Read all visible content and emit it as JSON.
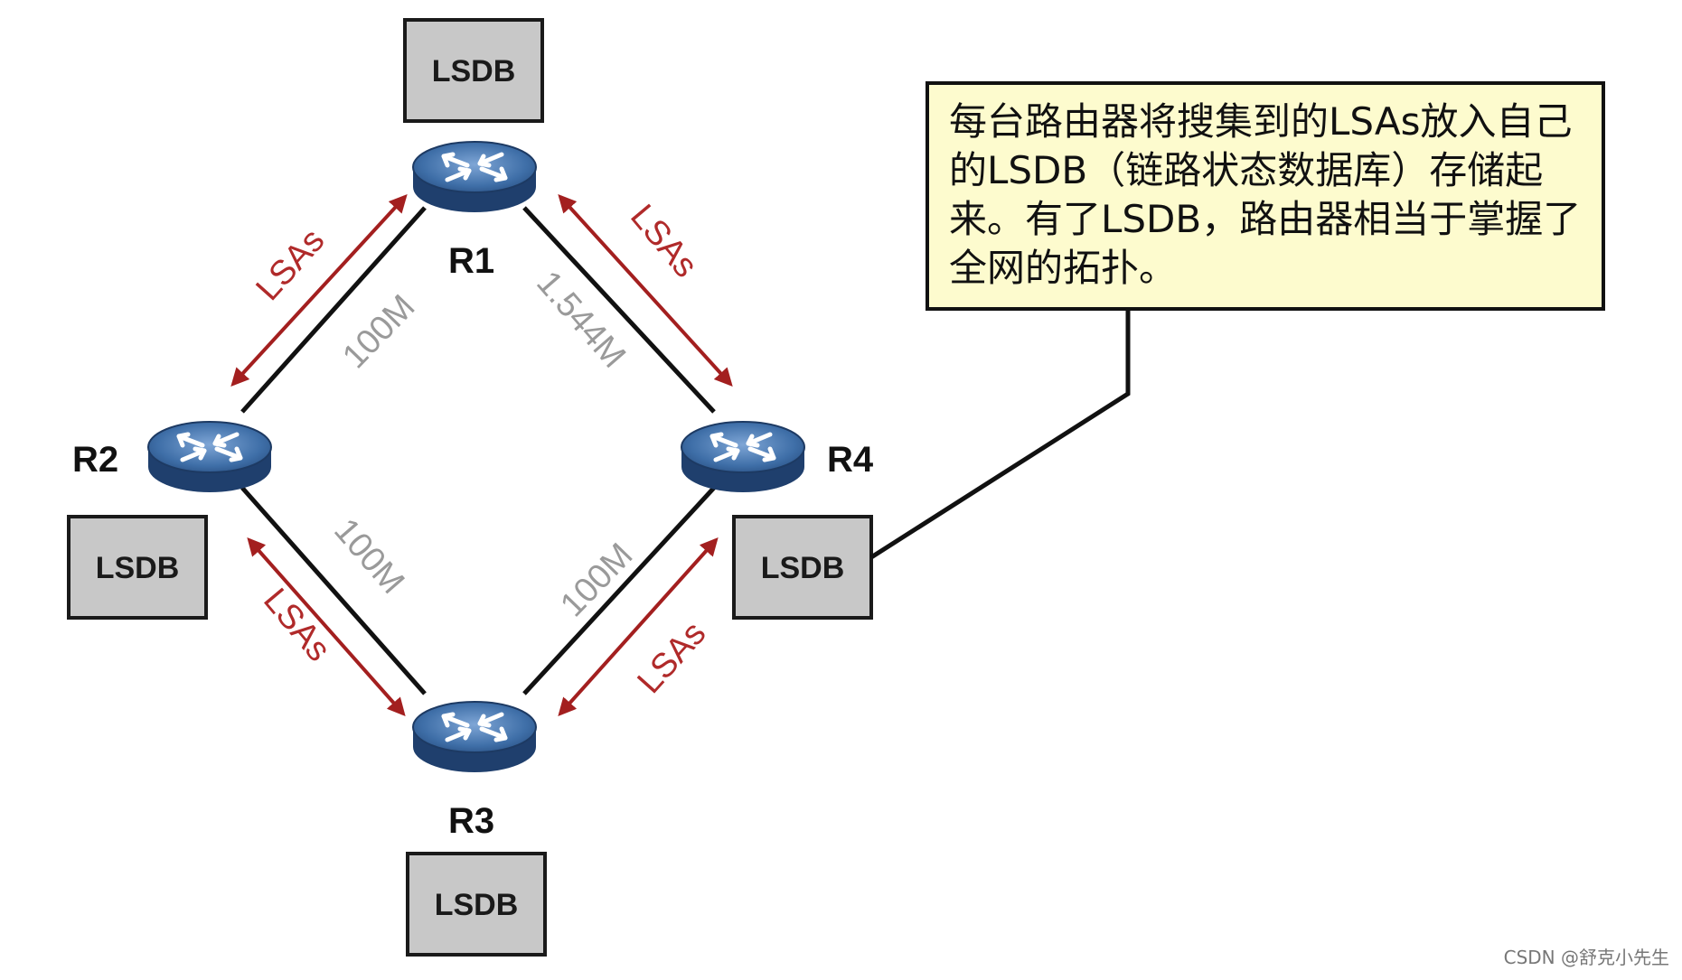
{
  "routers": [
    {
      "id": "R1",
      "label": "R1"
    },
    {
      "id": "R2",
      "label": "R2"
    },
    {
      "id": "R3",
      "label": "R3"
    },
    {
      "id": "R4",
      "label": "R4"
    }
  ],
  "lsdb_label": "LSDB",
  "links": [
    {
      "from": "R1",
      "to": "R2",
      "bandwidth": "100M"
    },
    {
      "from": "R1",
      "to": "R4",
      "bandwidth": "1.544M"
    },
    {
      "from": "R2",
      "to": "R3",
      "bandwidth": "100M"
    },
    {
      "from": "R3",
      "to": "R4",
      "bandwidth": "100M"
    }
  ],
  "lsa_label": "LSAs",
  "callout_text": "每台路由器将搜集到的LSAs放入自己的LSDB（链路状态数据库）存储起来。有了LSDB，路由器相当于掌握了全网的拓扑。",
  "watermark": "CSDN @舒克小先生",
  "colors": {
    "router_body": "#3f6fa8",
    "lsa_arrow": "#a31f1f",
    "callout_bg": "#fdfbce",
    "lsdb_fill": "#c8c8c8"
  },
  "icons": {
    "router": "router-icon"
  }
}
